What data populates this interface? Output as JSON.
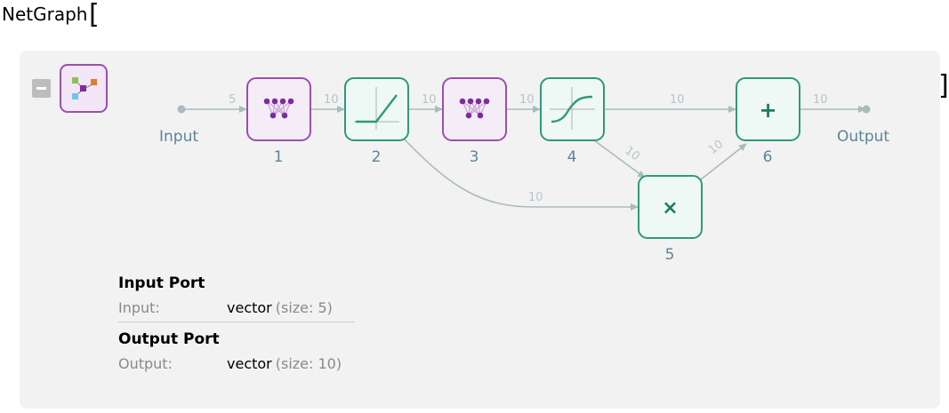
{
  "header": {
    "title": "NetGraph",
    "open_bracket": "[",
    "close_bracket": "]"
  },
  "graph": {
    "input_label": "Input",
    "output_label": "Output",
    "nodes": [
      {
        "id": "1",
        "kind": "linear",
        "color": "#9b4fb0"
      },
      {
        "id": "2",
        "kind": "ramp",
        "color": "#2e9a78"
      },
      {
        "id": "3",
        "kind": "linear",
        "color": "#9b4fb0"
      },
      {
        "id": "4",
        "kind": "logistic-sigmoid",
        "color": "#2e9a78"
      },
      {
        "id": "5",
        "kind": "times",
        "symbol": "×",
        "color": "#2e9a78"
      },
      {
        "id": "6",
        "kind": "plus",
        "symbol": "+",
        "color": "#2e9a78"
      }
    ],
    "edges": [
      {
        "from": "Input",
        "to": "1",
        "size": "5"
      },
      {
        "from": "1",
        "to": "2",
        "size": "10"
      },
      {
        "from": "2",
        "to": "3",
        "size": "10"
      },
      {
        "from": "3",
        "to": "4",
        "size": "10"
      },
      {
        "from": "4",
        "to": "6",
        "size": "10"
      },
      {
        "from": "4",
        "to": "5",
        "size": "10"
      },
      {
        "from": "2",
        "to": "5",
        "size": "10"
      },
      {
        "from": "5",
        "to": "6",
        "size": "10"
      },
      {
        "from": "6",
        "to": "Output",
        "size": "10"
      }
    ]
  },
  "ports": {
    "input_title": "Input Port",
    "input_key": "Input:",
    "input_type": "vector",
    "input_detail": "(size: 5)",
    "output_title": "Output Port",
    "output_key": "Output:",
    "output_type": "vector",
    "output_detail": "(size: 10)"
  },
  "colors": {
    "linear": "#9b4fb0",
    "elementwise": "#2e9a78",
    "edge": "#a9bbbd"
  }
}
